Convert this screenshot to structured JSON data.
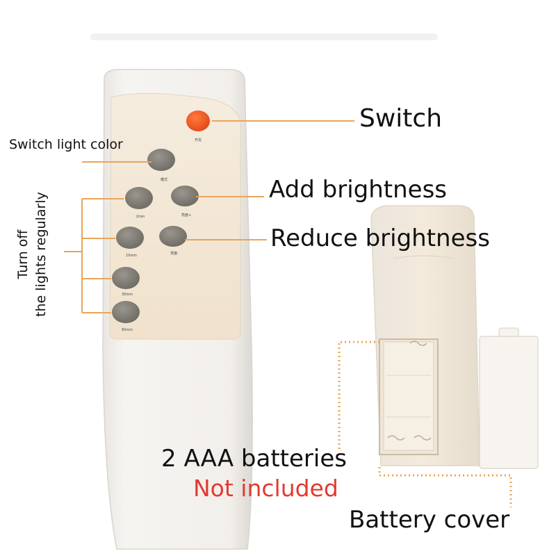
{
  "labels": {
    "switch": "Switch",
    "switch_light_color": "Switch light color",
    "add_brightness": "Add brightness",
    "reduce_brightness": "Reduce brightness",
    "turn_off_line1": "Turn off",
    "turn_off_line2": "the lights regularly",
    "batteries": "2 AAA batteries",
    "not_included": "Not included",
    "battery_cover": "Battery cover"
  },
  "remote_buttons": {
    "power": "开关",
    "mode": "模式",
    "timer_2min": "2min",
    "brightness_up": "亮度+",
    "timer_10min": "10min",
    "brightness_down": "亮度-",
    "timer_30min": "30min",
    "timer_60min": "60min"
  },
  "colors": {
    "remote_body": "#f1ede8",
    "remote_panel": "#f3e6d1",
    "button_gray": "#7d7a73",
    "power_button": "#f05a1e",
    "leader_line": "#e8a55a",
    "not_included_text": "#e23a2e"
  }
}
